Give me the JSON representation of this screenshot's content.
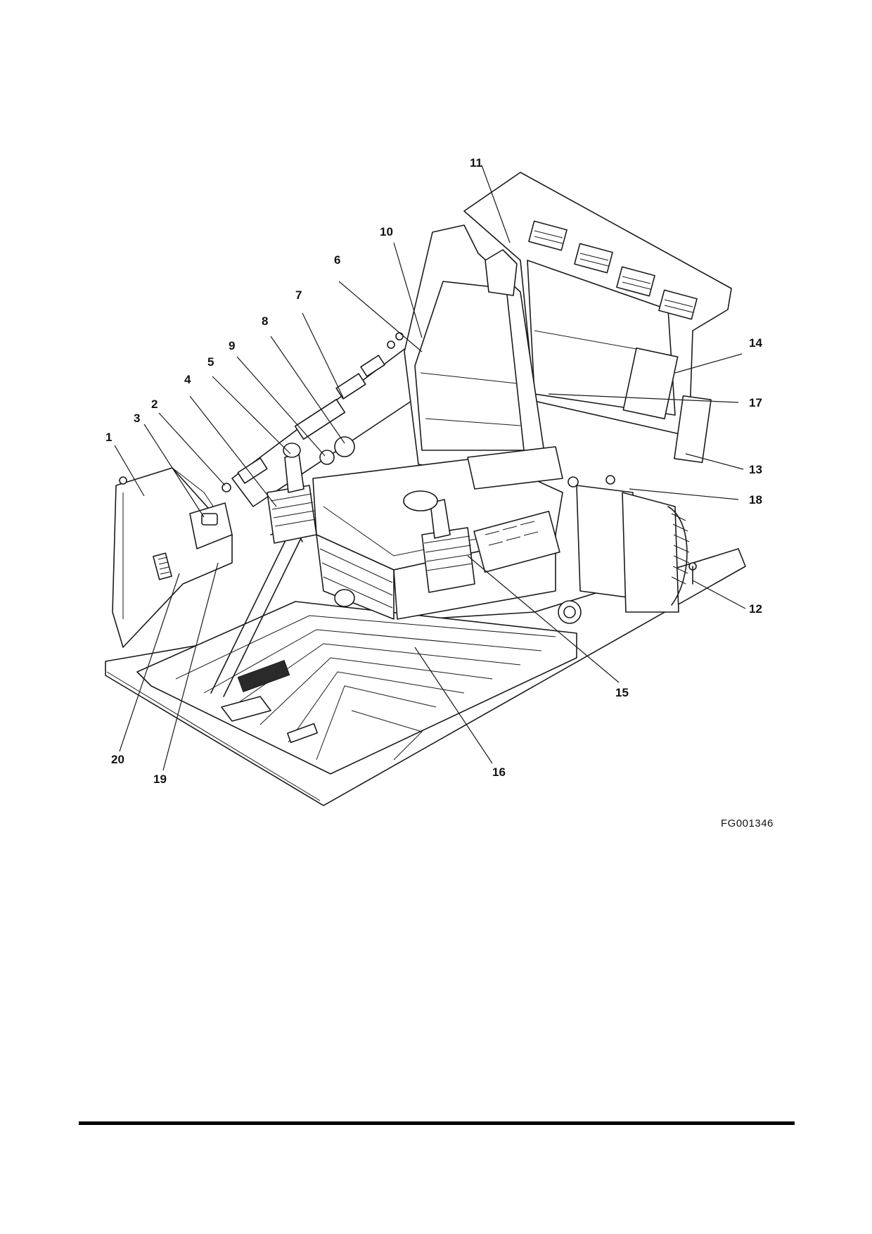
{
  "figure": {
    "code": "FG001346",
    "callouts": [
      "1",
      "2",
      "3",
      "4",
      "5",
      "6",
      "7",
      "8",
      "9",
      "10",
      "11",
      "12",
      "13",
      "14",
      "15",
      "16",
      "17",
      "18",
      "19",
      "20"
    ]
  },
  "colors": {
    "ink": "#1a1a1a",
    "background": "#ffffff",
    "rule": "#000000"
  },
  "icons": {
    "operator-seat": "seat-drawing",
    "joystick-left": "joystick-drawing",
    "joystick-right": "joystick-drawing",
    "travel-levers": "lever-drawing",
    "floor-mat": "mat-drawing"
  }
}
